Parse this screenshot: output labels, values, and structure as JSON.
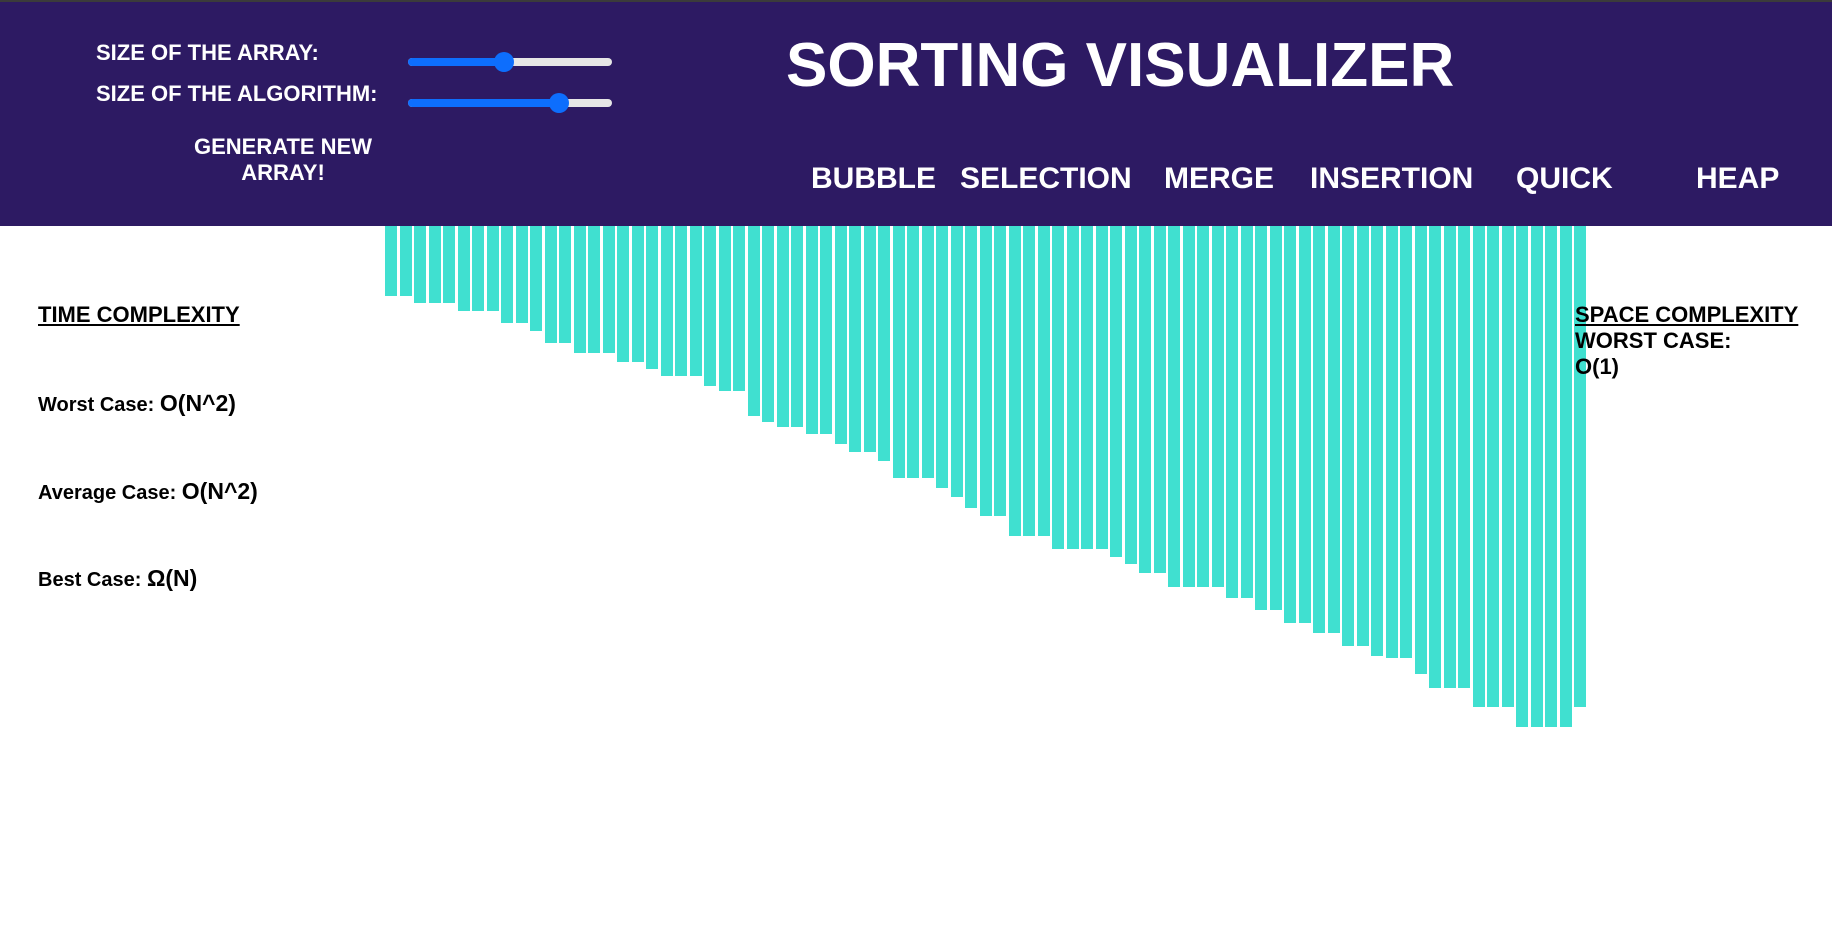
{
  "header": {
    "title": "SORTING VISUALIZER",
    "array_size_label": "SIZE OF THE ARRAY:",
    "algorithm_size_label": "SIZE OF THE ALGORITHM:",
    "array_size_slider_fraction": 0.47,
    "algorithm_speed_slider_fraction": 0.74,
    "generate_label": "GENERATE NEW ARRAY!",
    "algorithms": [
      "BUBBLE",
      "SELECTION",
      "MERGE",
      "INSERTION",
      "QUICK",
      "HEAP"
    ],
    "background_color": "#2d1a63",
    "slider_color": "#0d6efd"
  },
  "time_complexity": {
    "heading": "TIME COMPLEXITY",
    "worst_label": "Worst Case: ",
    "worst_value": "O(N^2)",
    "average_label": "Average Case: ",
    "average_value": "O(N^2)",
    "best_label": "Best Case: ",
    "best_value": "Ω(N)"
  },
  "space_complexity": {
    "heading": "SPACE COMPLEXITY",
    "worst_label": "WORST CASE:",
    "worst_value": "O(1)"
  },
  "array": {
    "bar_color": "#40e0d0",
    "values": [
      70,
      70,
      77,
      77,
      77,
      85,
      85,
      85,
      97,
      97,
      105,
      117,
      117,
      127,
      127,
      127,
      136,
      136,
      143,
      150,
      150,
      150,
      160,
      165,
      165,
      190,
      196,
      201,
      201,
      208,
      208,
      218,
      226,
      226,
      235,
      252,
      252,
      252,
      262,
      271,
      282,
      290,
      290,
      310,
      310,
      310,
      323,
      323,
      323,
      323,
      331,
      338,
      347,
      347,
      361,
      361,
      361,
      361,
      372,
      372,
      384,
      384,
      397,
      397,
      407,
      407,
      420,
      420,
      430,
      432,
      432,
      448,
      462,
      462,
      462,
      481,
      481,
      481,
      501,
      501,
      501,
      501,
      481
    ]
  }
}
